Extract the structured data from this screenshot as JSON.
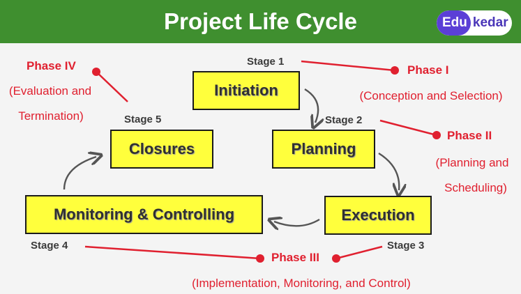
{
  "header": {
    "title": "Project Life Cycle",
    "logo_part1": "Edu",
    "logo_part2": "kedar"
  },
  "stages": {
    "initiation": {
      "stage": "Stage 1",
      "label": "Initiation"
    },
    "planning": {
      "stage": "Stage 2",
      "label": "Planning"
    },
    "execution": {
      "stage": "Stage 3",
      "label": "Execution"
    },
    "monitoring": {
      "stage": "Stage 4",
      "label": "Monitoring & Controlling"
    },
    "closures": {
      "stage": "Stage 5",
      "label": "Closures"
    }
  },
  "phases": {
    "p1": {
      "title": "Phase I",
      "desc": "(Conception and Selection)"
    },
    "p2": {
      "title": "Phase II",
      "desc_line1": "(Planning and",
      "desc_line2": "Scheduling)"
    },
    "p3": {
      "title": "Phase III",
      "desc": "(Implementation, Monitoring, and Control)"
    },
    "p4": {
      "title": "Phase IV",
      "desc_line1": "(Evaluation and",
      "desc_line2": "Termination)"
    }
  },
  "colors": {
    "header_green": "#3f8f2f",
    "box_yellow": "#ffff3c",
    "phase_red": "#e0202f",
    "logo_purple": "#5b3fd6"
  }
}
